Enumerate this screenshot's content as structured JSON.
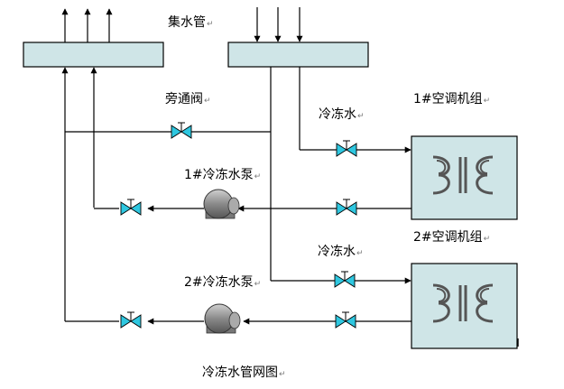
{
  "labels": {
    "collector": "集水管",
    "bypass_valve": "旁通阀",
    "chilled_water_1": "冷冻水",
    "chilled_water_2": "冷冻水",
    "unit_1": "1#空调机组",
    "unit_2": "2#空调机组",
    "pump_1": "1#冷冻水泵",
    "pump_2": "2#冷冻水泵",
    "caption": "冷冻水管网图"
  },
  "paragraph_mark": "↵",
  "colors": {
    "header_fill": "#cfe5e7",
    "unit_fill": "#cfe5e7",
    "valve_fill": "#2ec7e0",
    "pump_body": "#8a8a8a",
    "coil": "#555555"
  }
}
